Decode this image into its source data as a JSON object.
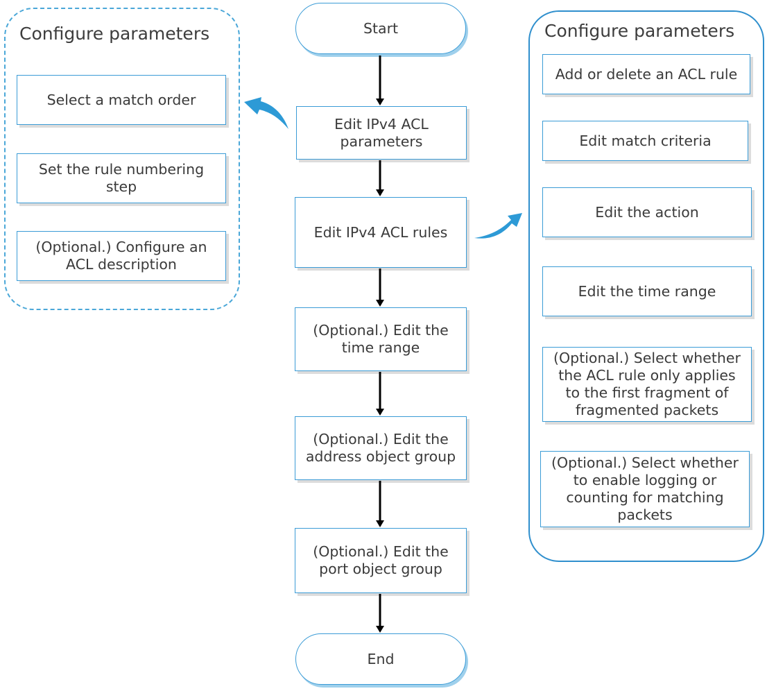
{
  "flow": {
    "start": "Start",
    "end": "End",
    "steps": [
      "Edit IPv4 ACL\nparameters",
      "Edit IPv4 ACL rules",
      "(Optional.) Edit the\ntime range",
      "(Optional.) Edit the\naddress object group",
      "(Optional.) Edit the\nport object group"
    ]
  },
  "left_group": {
    "title": "Configure parameters",
    "items": [
      "Select a match order",
      "Set the rule numbering\nstep",
      "(Optional.) Configure an\nACL description"
    ]
  },
  "right_group": {
    "title": "Configure parameters",
    "items": [
      "Add or delete an ACL rule",
      "Edit match criteria",
      "Edit the action",
      "Edit the time range",
      "(Optional.) Select whether\nthe ACL rule only applies\nto the first fragment of\nfragmented packets",
      "(Optional.) Select whether\nto enable logging or\ncounting for matching\npackets"
    ]
  },
  "colors": {
    "box_border": "#3a9bd6",
    "curved_arrow": "#2d9ad6",
    "flow_arrow": "#000000",
    "shadow": "#dcdcdc"
  }
}
